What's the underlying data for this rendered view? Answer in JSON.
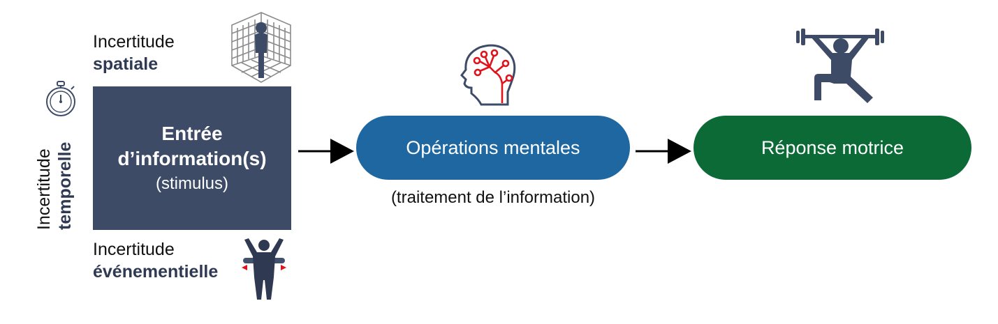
{
  "diagram": {
    "spatial": {
      "line1": "Incertitude",
      "line2": "spatiale",
      "icon": "person-in-grid-room-icon"
    },
    "temporal": {
      "line1": "Incertitude",
      "line2": "temporelle",
      "icon": "stopwatch-icon"
    },
    "event": {
      "line1": "Incertitude",
      "line2": "événementielle",
      "icon": "person-arms-up-arrows-icon"
    },
    "input": {
      "title_line1": "Entrée",
      "title_line2": "d’information(s)",
      "subtitle": "(stimulus)"
    },
    "mental": {
      "label": "Opérations mentales",
      "caption": "(traitement de l’information)",
      "icon": "head-brain-network-icon"
    },
    "motor": {
      "label": "Réponse motrice",
      "icon": "weightlifter-icon"
    },
    "colors": {
      "input_box": "#3e4b66",
      "mental": "#1e67a0",
      "motor": "#0b6a36",
      "accent_red": "#e0121b",
      "icon_dark": "#3e4b66"
    }
  }
}
